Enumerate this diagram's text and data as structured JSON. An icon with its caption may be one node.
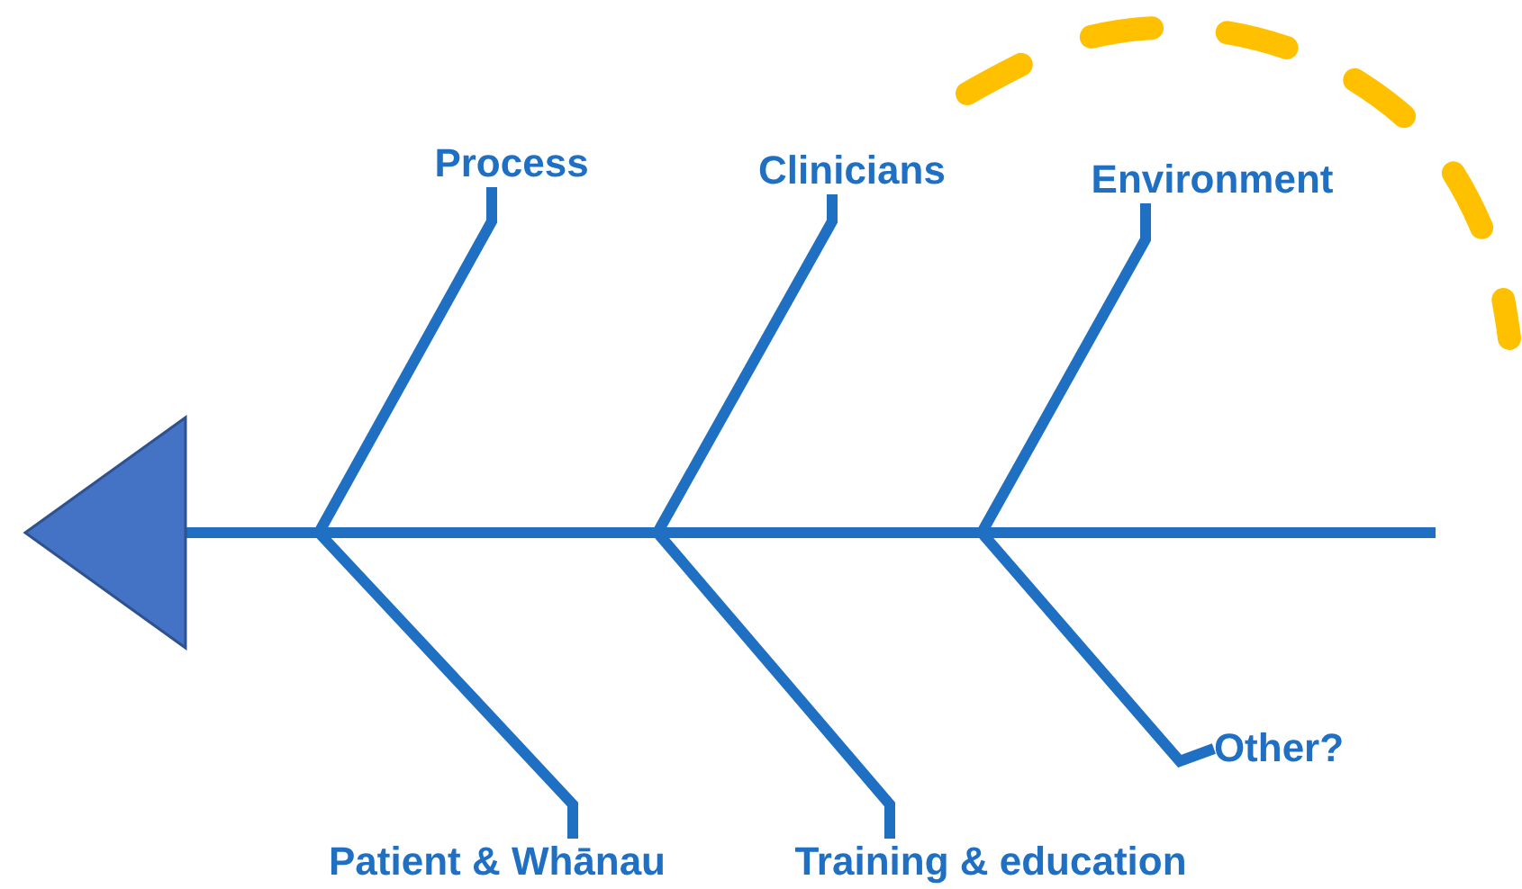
{
  "diagram": {
    "nodes": [
      {
        "text": [
          "Process"
        ]
      },
      {
        "text": [
          "Clinicians"
        ]
      },
      {
        "text": [
          "Environment"
        ]
      },
      {
        "text": [
          "Patient & Whānau"
        ]
      },
      {
        "text": [
          "Training & education"
        ]
      },
      {
        "text": [
          "Other?"
        ]
      }
    ],
    "edges": [
      {
        "from": 0,
        "to": null,
        "arrow": "none"
      },
      {
        "from": 1,
        "to": null,
        "arrow": "none"
      },
      {
        "from": 2,
        "to": null,
        "arrow": "none"
      },
      {
        "from": 3,
        "to": null,
        "arrow": "none"
      },
      {
        "from": 4,
        "to": null,
        "arrow": "none"
      },
      {
        "from": 5,
        "to": null,
        "arrow": "none"
      }
    ]
  }
}
